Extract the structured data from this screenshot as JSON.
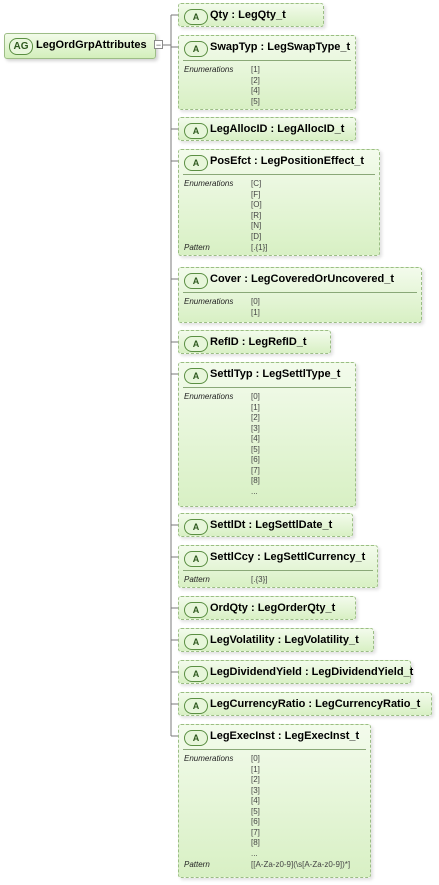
{
  "group": {
    "badge": "AG",
    "name": "LegOrdGrpAttributes",
    "collapse": "−"
  },
  "labels": {
    "enumerations": "Enumerations",
    "pattern": "Pattern"
  },
  "attributes": [
    {
      "id": "qty",
      "badge": "A",
      "name": "Qty",
      "type": "LegQty_t",
      "enumerations": [],
      "pattern": ""
    },
    {
      "id": "swaptyp",
      "badge": "A",
      "name": "SwapTyp",
      "type": "LegSwapType_t",
      "enumerations": [
        "[1]",
        "[2]",
        "[4]",
        "[5]"
      ],
      "pattern": ""
    },
    {
      "id": "legallocid",
      "badge": "A",
      "name": "LegAllocID",
      "type": "LegAllocID_t",
      "enumerations": [],
      "pattern": ""
    },
    {
      "id": "posefct",
      "badge": "A",
      "name": "PosEfct",
      "type": "LegPositionEffect_t",
      "enumerations": [
        "[C]",
        "[F]",
        "[O]",
        "[R]",
        "[N]",
        "[D]"
      ],
      "pattern": "[.{1}]"
    },
    {
      "id": "cover",
      "badge": "A",
      "name": "Cover",
      "type": "LegCoveredOrUncovered_t",
      "enumerations": [
        "[0]",
        "[1]"
      ],
      "pattern": ""
    },
    {
      "id": "refid",
      "badge": "A",
      "name": "RefID",
      "type": "LegRefID_t",
      "enumerations": [],
      "pattern": ""
    },
    {
      "id": "settltyp",
      "badge": "A",
      "name": "SettlTyp",
      "type": "LegSettlType_t",
      "enumerations": [
        "[0]",
        "[1]",
        "[2]",
        "[3]",
        "[4]",
        "[5]",
        "[6]",
        "[7]",
        "[8]",
        "..."
      ],
      "pattern": ""
    },
    {
      "id": "settldt",
      "badge": "A",
      "name": "SettlDt",
      "type": "LegSettlDate_t",
      "enumerations": [],
      "pattern": ""
    },
    {
      "id": "settlccy",
      "badge": "A",
      "name": "SettlCcy",
      "type": "LegSettlCurrency_t",
      "enumerations": [],
      "pattern": "[.{3}]"
    },
    {
      "id": "ordqty",
      "badge": "A",
      "name": "OrdQty",
      "type": "LegOrderQty_t",
      "enumerations": [],
      "pattern": ""
    },
    {
      "id": "legvolatility",
      "badge": "A",
      "name": "LegVolatility",
      "type": "LegVolatility_t",
      "enumerations": [],
      "pattern": ""
    },
    {
      "id": "legdividendyield",
      "badge": "A",
      "name": "LegDividendYield",
      "type": "LegDividendYield_t",
      "enumerations": [],
      "pattern": ""
    },
    {
      "id": "legcurrencyratio",
      "badge": "A",
      "name": "LegCurrencyRatio",
      "type": "LegCurrencyRatio_t",
      "enumerations": [],
      "pattern": ""
    },
    {
      "id": "legexecinst",
      "badge": "A",
      "name": "LegExecInst",
      "type": "LegExecInst_t",
      "enumerations": [
        "[0]",
        "[1]",
        "[2]",
        "[3]",
        "[4]",
        "[5]",
        "[6]",
        "[7]",
        "[8]",
        "..."
      ],
      "pattern": "[[A-Za-z0-9](\\s[A-Za-z0-9])*]"
    }
  ]
}
